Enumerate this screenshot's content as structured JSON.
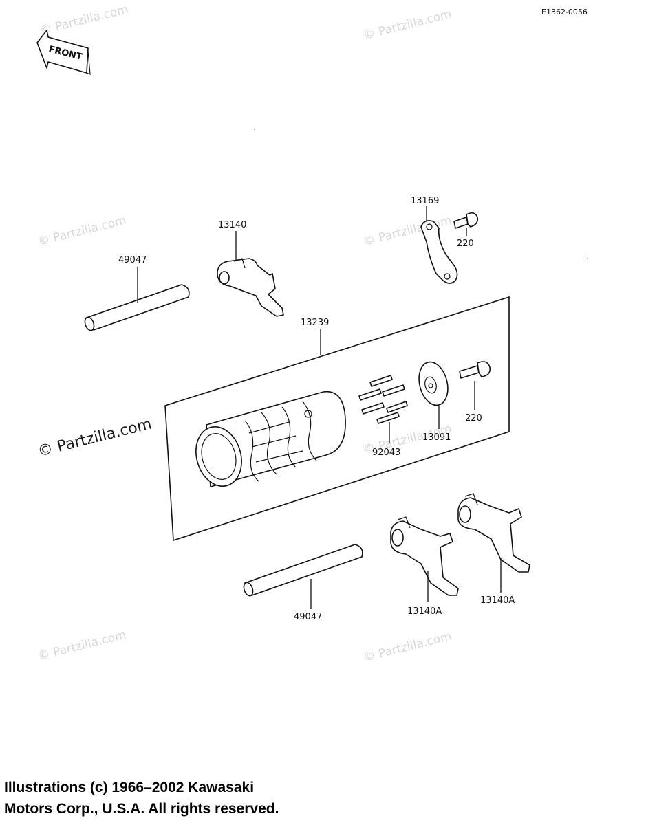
{
  "diagram_code": "E1362-0056",
  "front_label": "FRONT",
  "watermark": "© Partzilla.com",
  "parts": {
    "shaft_upper": "49047",
    "fork_upper": "13140",
    "plate": "13169",
    "bolt_upper": "220",
    "drum_assembly": "13239",
    "bolt_drum": "220",
    "cam": "13091",
    "pins": "92043",
    "shaft_lower": "49047",
    "fork_lower_left": "13140A",
    "fork_lower_right": "13140A"
  },
  "copyright": {
    "line1": "Illustrations (c) 1966–2002 Kawasaki",
    "line2": "Motors Corp., U.S.A.  All rights reserved."
  }
}
